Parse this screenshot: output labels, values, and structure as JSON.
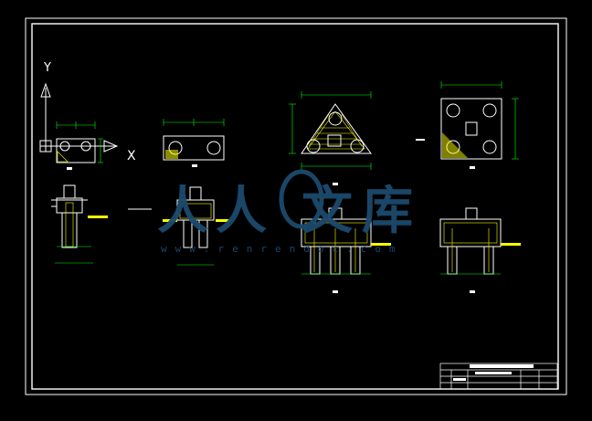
{
  "drawing": {
    "axis_labels": {
      "y": "Y",
      "x": "X"
    },
    "colors": {
      "background": "#000000",
      "frame": "#ffffff",
      "geometry": "#ffffff",
      "dimension": "#00ff00",
      "rebar": "#ffff00",
      "hatch": "#ffff00",
      "title_block": "#ffffff",
      "watermark": "#1c4a6e"
    },
    "views": [
      {
        "id": "cap-2pile-small",
        "kind": "plan-2pile-rect"
      },
      {
        "id": "cap-2pile",
        "kind": "plan-2pile-rect"
      },
      {
        "id": "cap-3pile",
        "kind": "plan-3pile-triangle"
      },
      {
        "id": "cap-4pile",
        "kind": "plan-4pile-square"
      },
      {
        "id": "sec-1",
        "kind": "section-1pile"
      },
      {
        "id": "sec-2",
        "kind": "section-2pile"
      },
      {
        "id": "sec-3",
        "kind": "section-3pile"
      },
      {
        "id": "sec-4",
        "kind": "section-4pile"
      }
    ]
  },
  "watermark": {
    "chars": [
      "人",
      "人",
      "文",
      "库"
    ],
    "url": "www.renrendoc.com"
  }
}
